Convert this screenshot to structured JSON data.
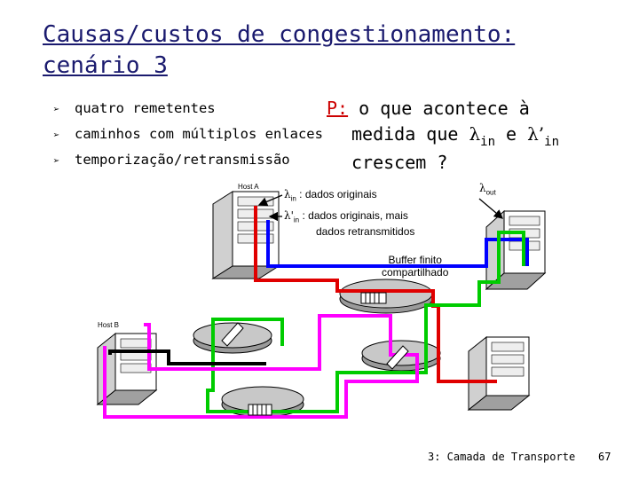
{
  "title": {
    "line1": "Causas/custos de congestionamento:",
    "line2": "cenário 3"
  },
  "bullets": [
    "quatro remetentes",
    "caminhos com múltiplos enlaces",
    "temporização/retransmissão"
  ],
  "question": {
    "prefix": "P:",
    "line1": " o que acontece à",
    "line2_a": "medida que ",
    "lambda": "λ",
    "sub_in": "in",
    "conj": " e ",
    "lambda_prime": "λ’",
    "line3": "crescem ?"
  },
  "labels": {
    "host_a": "Host A",
    "host_b": "Host B",
    "lambda_in": "λ",
    "lambda_in_sub": "in",
    "lambda_in_text": " : dados originais",
    "lambda_prime_in": "λ'",
    "lambda_prime_in_sub": "in",
    "lambda_prime_in_text": " : dados originais, mais",
    "lambda_prime_in_text2": "dados retransmitidos",
    "lambda_out": "λ",
    "lambda_out_sub": "out",
    "buffer_line1": "Buffer finito",
    "buffer_line2": "compartilhado"
  },
  "colors": {
    "red": "#e00000",
    "blue": "#0000ff",
    "green": "#00cc00",
    "magenta": "#ff00ff",
    "title": "#1a1a6e"
  },
  "footer": {
    "text": "3: Camada de Transporte",
    "page": "67"
  }
}
